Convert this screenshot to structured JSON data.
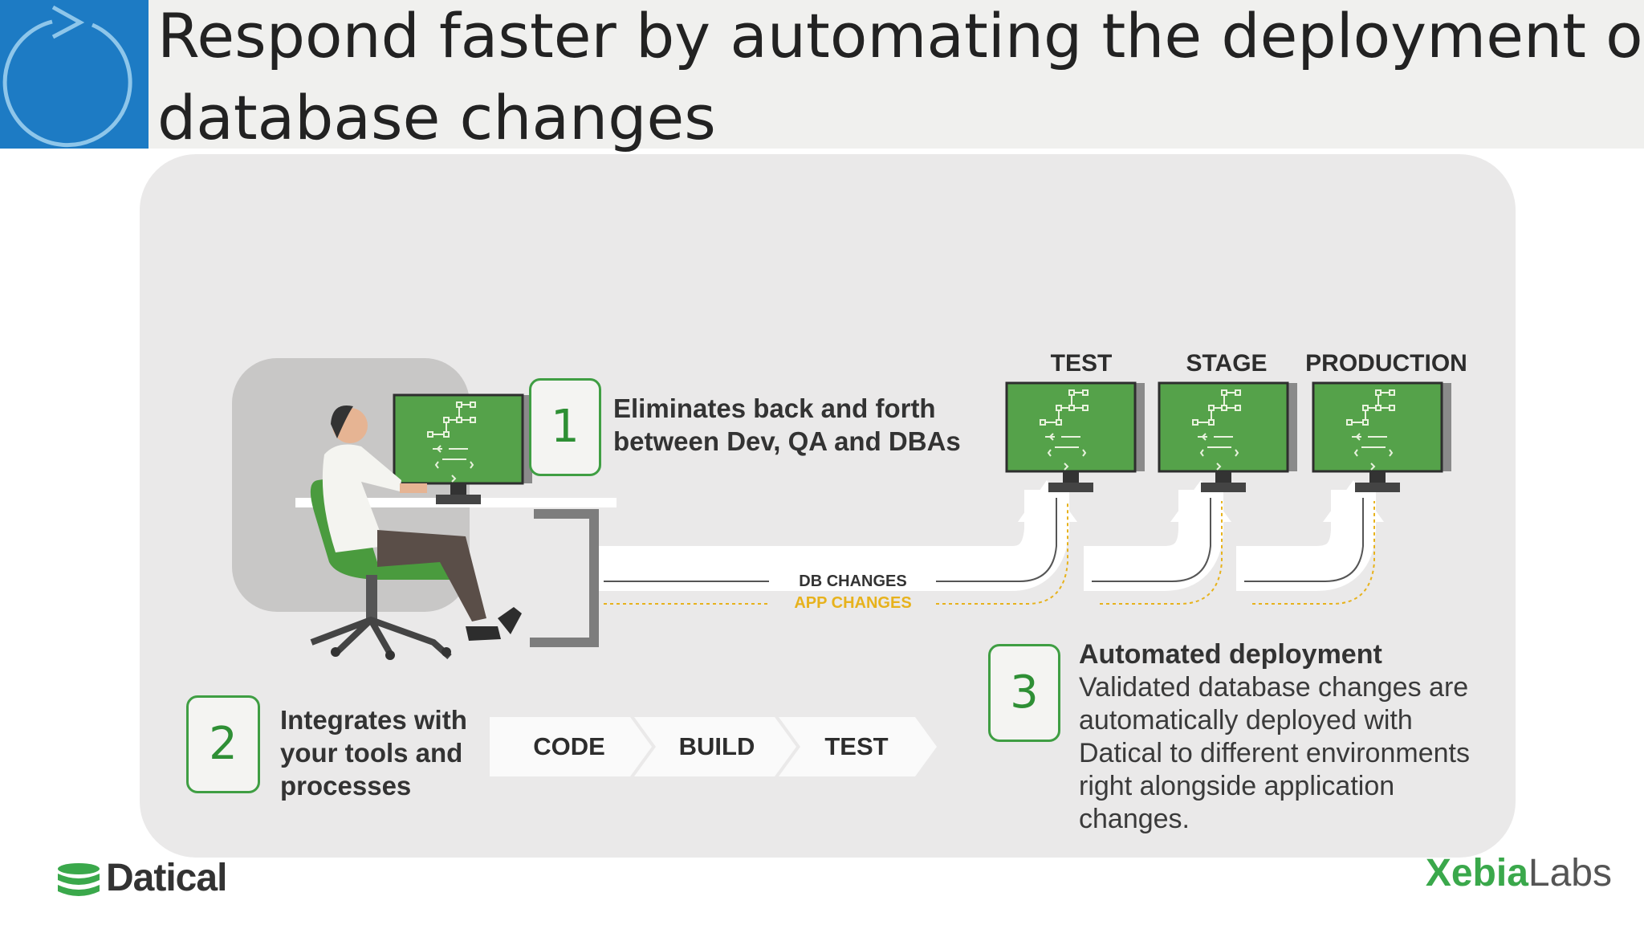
{
  "slide": {
    "title_line1": "Respond faster by automating the deployment of",
    "title_line2": "database changes"
  },
  "step1": {
    "number": "1",
    "line1": "Eliminates back and forth",
    "line2": "between Dev, QA and DBAs"
  },
  "step2": {
    "number": "2",
    "line1": "Integrates with",
    "line2": "your tools and",
    "line3": "processes"
  },
  "step3": {
    "number": "3",
    "title": "Automated deployment",
    "lines": [
      "Validated database changes are",
      "automatically deployed with",
      "Datical to different environments",
      "right alongside application",
      "changes."
    ]
  },
  "environments": [
    "TEST",
    "STAGE",
    "PRODUCTION"
  ],
  "pipeline": [
    "CODE",
    "BUILD",
    "TEST"
  ],
  "flows": {
    "db": "DB CHANGES",
    "app": "APP CHANGES"
  },
  "logos": {
    "left": "Datical",
    "right_a": "Xebia",
    "right_b": "Labs"
  },
  "icons": [
    "refresh-icon",
    "database-icon"
  ],
  "colors": {
    "accent_blue": "#1d7bc4",
    "green": "#3f9e43",
    "screen_green": "#55a24a",
    "app_yellow": "#e7b21c"
  }
}
